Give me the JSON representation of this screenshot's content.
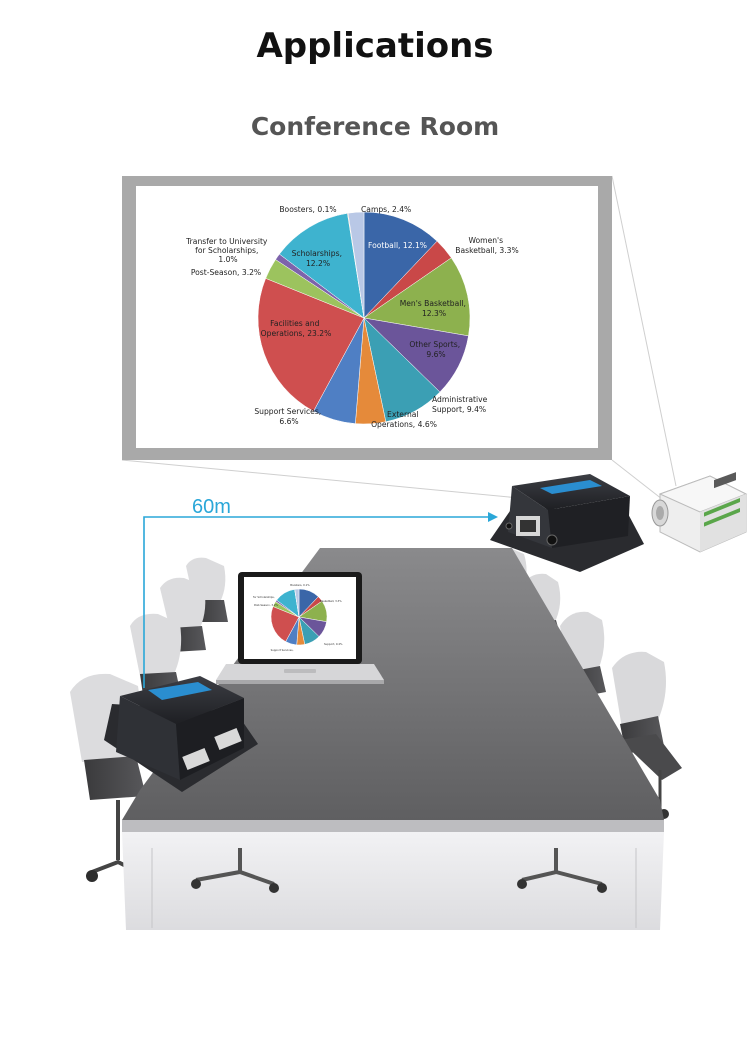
{
  "page": {
    "title": "Applications",
    "subtitle": "Conference Room",
    "distance_label": "60m"
  },
  "colors": {
    "link_line": "#2aa7d8",
    "screen_frame": "#a9a9a9",
    "table_top": "#6e6e70",
    "table_base": "#e9e9eb"
  },
  "chart_data": {
    "type": "pie",
    "slices": [
      {
        "name": "Football, 12.1%",
        "value": 12.1,
        "color": "#3a66a8"
      },
      {
        "name": "Women's Basketball, 3.3%",
        "value": 3.3,
        "color": "#c94848"
      },
      {
        "name": "Men's Basketball, 12.3%",
        "value": 12.3,
        "color": "#8db14e"
      },
      {
        "name": "Other Sports, 9.6%",
        "value": 9.6,
        "color": "#6b559a"
      },
      {
        "name": "Administrative Support, 9.4%",
        "value": 9.4,
        "color": "#3b9fb4"
      },
      {
        "name": "External Operations, 4.6%",
        "value": 4.6,
        "color": "#e58a3a"
      },
      {
        "name": "Support Services, 6.6%",
        "value": 6.6,
        "color": "#4f7fc4"
      },
      {
        "name": "Facilities and Operations, 23.2%",
        "value": 23.2,
        "color": "#cf4f4f"
      },
      {
        "name": "Post-Season, 3.2%",
        "value": 3.2,
        "color": "#9cc35e"
      },
      {
        "name": "Transfer to University for Scholarships, 1.0%",
        "value": 1.0,
        "color": "#7d63ab"
      },
      {
        "name": "Scholarships, 12.2%",
        "value": 12.2,
        "color": "#3eb3cf"
      },
      {
        "name": "Boosters, 0.1%",
        "value": 0.1,
        "color": "#e08c47"
      },
      {
        "name": "Camps, 2.4%",
        "value": 2.4,
        "color": "#b9c8e6"
      }
    ],
    "labels": {
      "football": [
        "Football, 12.1%"
      ],
      "womens": [
        "Women's",
        "Basketball, 3.3%"
      ],
      "mens": [
        "Men's Basketball,",
        "12.3%"
      ],
      "other": [
        "Other Sports,",
        "9.6%"
      ],
      "admin": [
        "Administrative",
        "Support, 9.4%"
      ],
      "external": [
        "External",
        "Operations, 4.6%"
      ],
      "support": [
        "Support Services,",
        "6.6%"
      ],
      "facilities": [
        "Facilities and",
        "Operations, 23.2%"
      ],
      "postseason": [
        "Post-Season, 3.2%"
      ],
      "transfer": [
        "Transfer to University",
        "for Scholarships,",
        "1.0%"
      ],
      "scholarships": [
        "Scholarships,",
        "12.2%"
      ],
      "boosters": [
        "Boosters, 0.1%"
      ],
      "camps": [
        "Camps, 2.4%"
      ]
    }
  }
}
